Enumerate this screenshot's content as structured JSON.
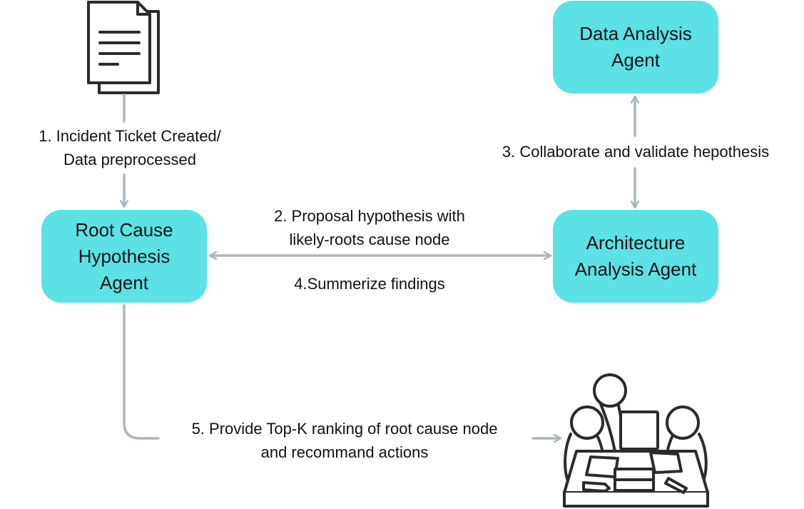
{
  "nodes": {
    "root_cause": {
      "lines": [
        "Root Cause",
        "Hypothesis",
        "Agent"
      ]
    },
    "data_analysis": {
      "lines": [
        "Data Analysis",
        "Agent"
      ]
    },
    "architecture": {
      "lines": [
        "Architecture",
        "Analysis Agent"
      ]
    }
  },
  "edges": {
    "step1": {
      "lines": [
        "1. Incident Ticket Created/",
        "Data preprocessed"
      ]
    },
    "step2": {
      "lines": [
        "2. Proposal hypothesis with",
        "likely-roots cause node"
      ]
    },
    "step3": {
      "lines": [
        "3. Collaborate and validate hepothesis"
      ]
    },
    "step4": {
      "lines": [
        "4.Summerize findings"
      ]
    },
    "step5": {
      "lines": [
        "5. Provide Top-K ranking of root cause node",
        "and recommand actions"
      ]
    }
  },
  "icons": {
    "ticket": "document-icon",
    "team": "team-meeting-icon"
  },
  "colors": {
    "node_fill": "#5ce1e6",
    "connector": "#aab7bf",
    "icon_stroke": "#2b2b2b",
    "text": "#111111"
  }
}
